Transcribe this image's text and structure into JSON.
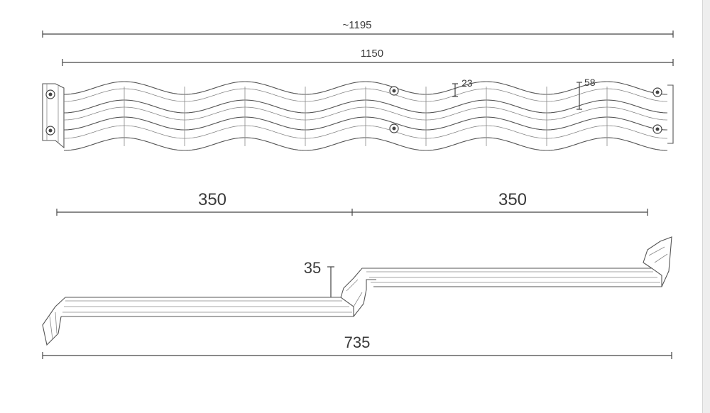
{
  "top_view": {
    "overall_length": "~1195",
    "effective_length": "1150",
    "wave_height": "23",
    "wave_depth": "58"
  },
  "side_view": {
    "step_left": "350",
    "step_right": "350",
    "step_height": "35",
    "total_length": "735"
  }
}
